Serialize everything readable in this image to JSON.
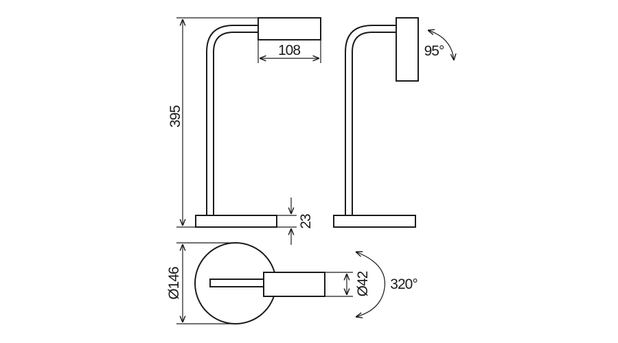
{
  "dimensions": {
    "height_total": "395",
    "head_width": "108",
    "base_height": "23",
    "base_diameter": "Ø146",
    "head_diameter": "Ø42",
    "head_tilt": "95°",
    "rotation": "320°"
  },
  "colors": {
    "line": "#1a1a1a",
    "background": "#ffffff"
  }
}
